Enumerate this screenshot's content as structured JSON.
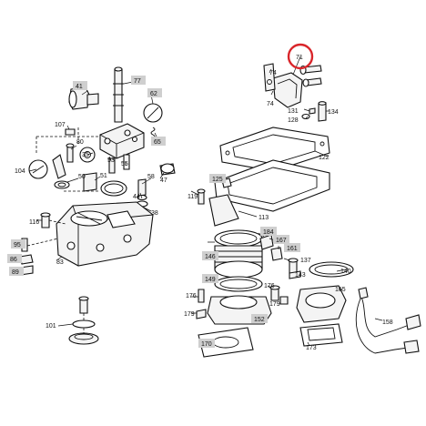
{
  "diagram": {
    "highlight_color": "#d9262b",
    "label_box_color": "#cfcfcf",
    "labels": {
      "l71": "71",
      "l74a": "74",
      "l74b": "74",
      "l131": "131",
      "l128": "128",
      "l134": "134",
      "l41": "41",
      "l77": "77",
      "l62": "62",
      "l65": "65",
      "l107": "107",
      "l80": "80",
      "l35": "35",
      "l53": "53",
      "l55": "55",
      "l104": "104",
      "l50": "50",
      "l51": "51",
      "l58": "58",
      "l47": "47",
      "l44": "44",
      "l38": "38",
      "l116": "116",
      "l95": "95",
      "l86": "86",
      "l89": "89",
      "l83": "83",
      "l122": "122",
      "l125": "125",
      "l119": "119",
      "l113": "113",
      "l184": "184",
      "l167": "167",
      "l161": "161",
      "l146": "146",
      "l137": "137",
      "l140": "140",
      "l143": "143",
      "l149": "149",
      "l176a": "176",
      "l176b": "176",
      "l155": "155",
      "l179a": "179",
      "l179b": "179",
      "l152": "152",
      "l158": "158",
      "l101": "101",
      "l170": "170",
      "l173": "173"
    }
  }
}
